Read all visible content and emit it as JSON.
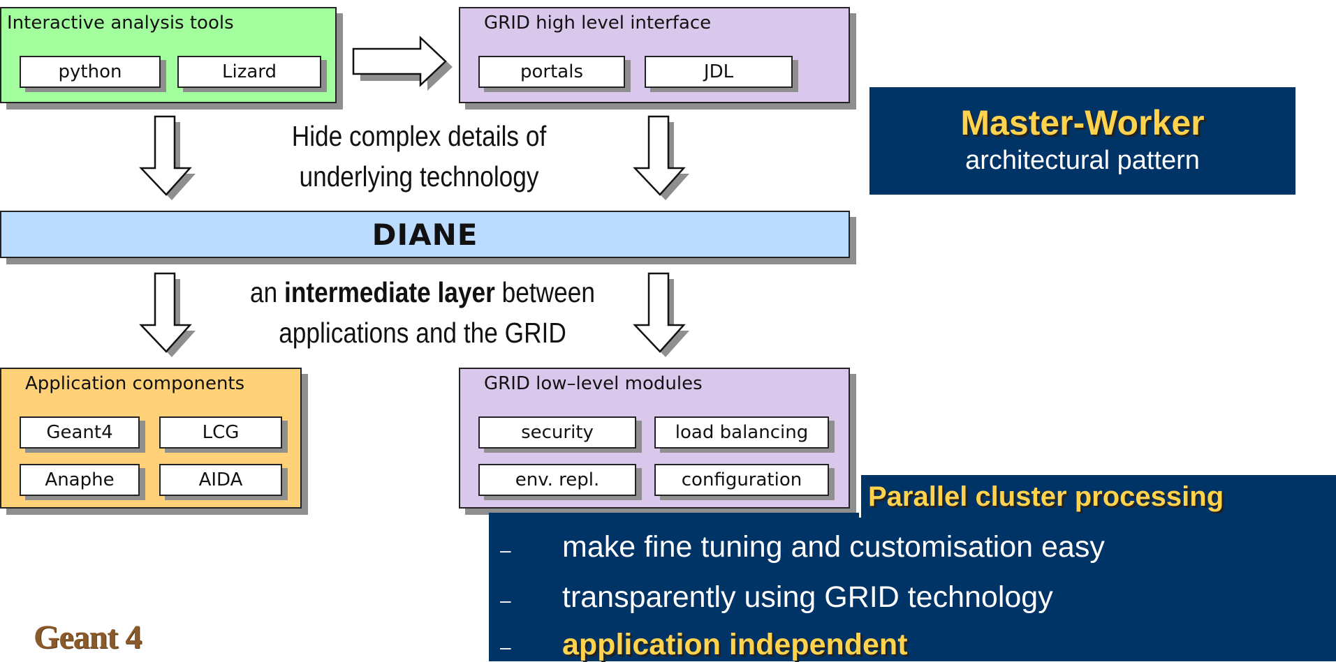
{
  "top_left_panel": {
    "title": "Interactive analysis tools",
    "items": [
      "python",
      "Lizard"
    ],
    "color": "#a3ff9e"
  },
  "top_right_panel": {
    "title": "GRID high level interface",
    "items": [
      "portals",
      "JDL"
    ],
    "color": "#d9c8ec"
  },
  "caption_top": [
    "Hide complex details of",
    "underlying technology"
  ],
  "diane": {
    "label": "DIANE",
    "color": "#bcdcff"
  },
  "caption_middle": {
    "line1_pre": "an ",
    "line1_bold": "intermediate layer",
    "line1_post": " between",
    "line2": "applications and the GRID"
  },
  "bottom_left_panel": {
    "title": "Application components",
    "items": [
      "Geant4",
      "LCG",
      "Anaphe",
      "AIDA"
    ],
    "color": "#ffd27a"
  },
  "bottom_right_panel": {
    "title": "GRID low–level modules",
    "items": [
      "security",
      "load balancing",
      "env. repl.",
      "configuration"
    ],
    "color": "#d9c8ec"
  },
  "master_worker": {
    "title": "Master-Worker",
    "subtitle": "architectural pattern"
  },
  "parallel": {
    "title": "Parallel cluster processing",
    "bullets": [
      {
        "dash": "–",
        "text": "make fine tuning and customisation easy"
      },
      {
        "dash": "–",
        "text": "transparently using GRID technology"
      },
      {
        "dash": "–",
        "text": "application independent"
      }
    ]
  },
  "logo": "Geant 4",
  "colors": {
    "navy": "#003366",
    "highlight": "#ffd34d"
  }
}
